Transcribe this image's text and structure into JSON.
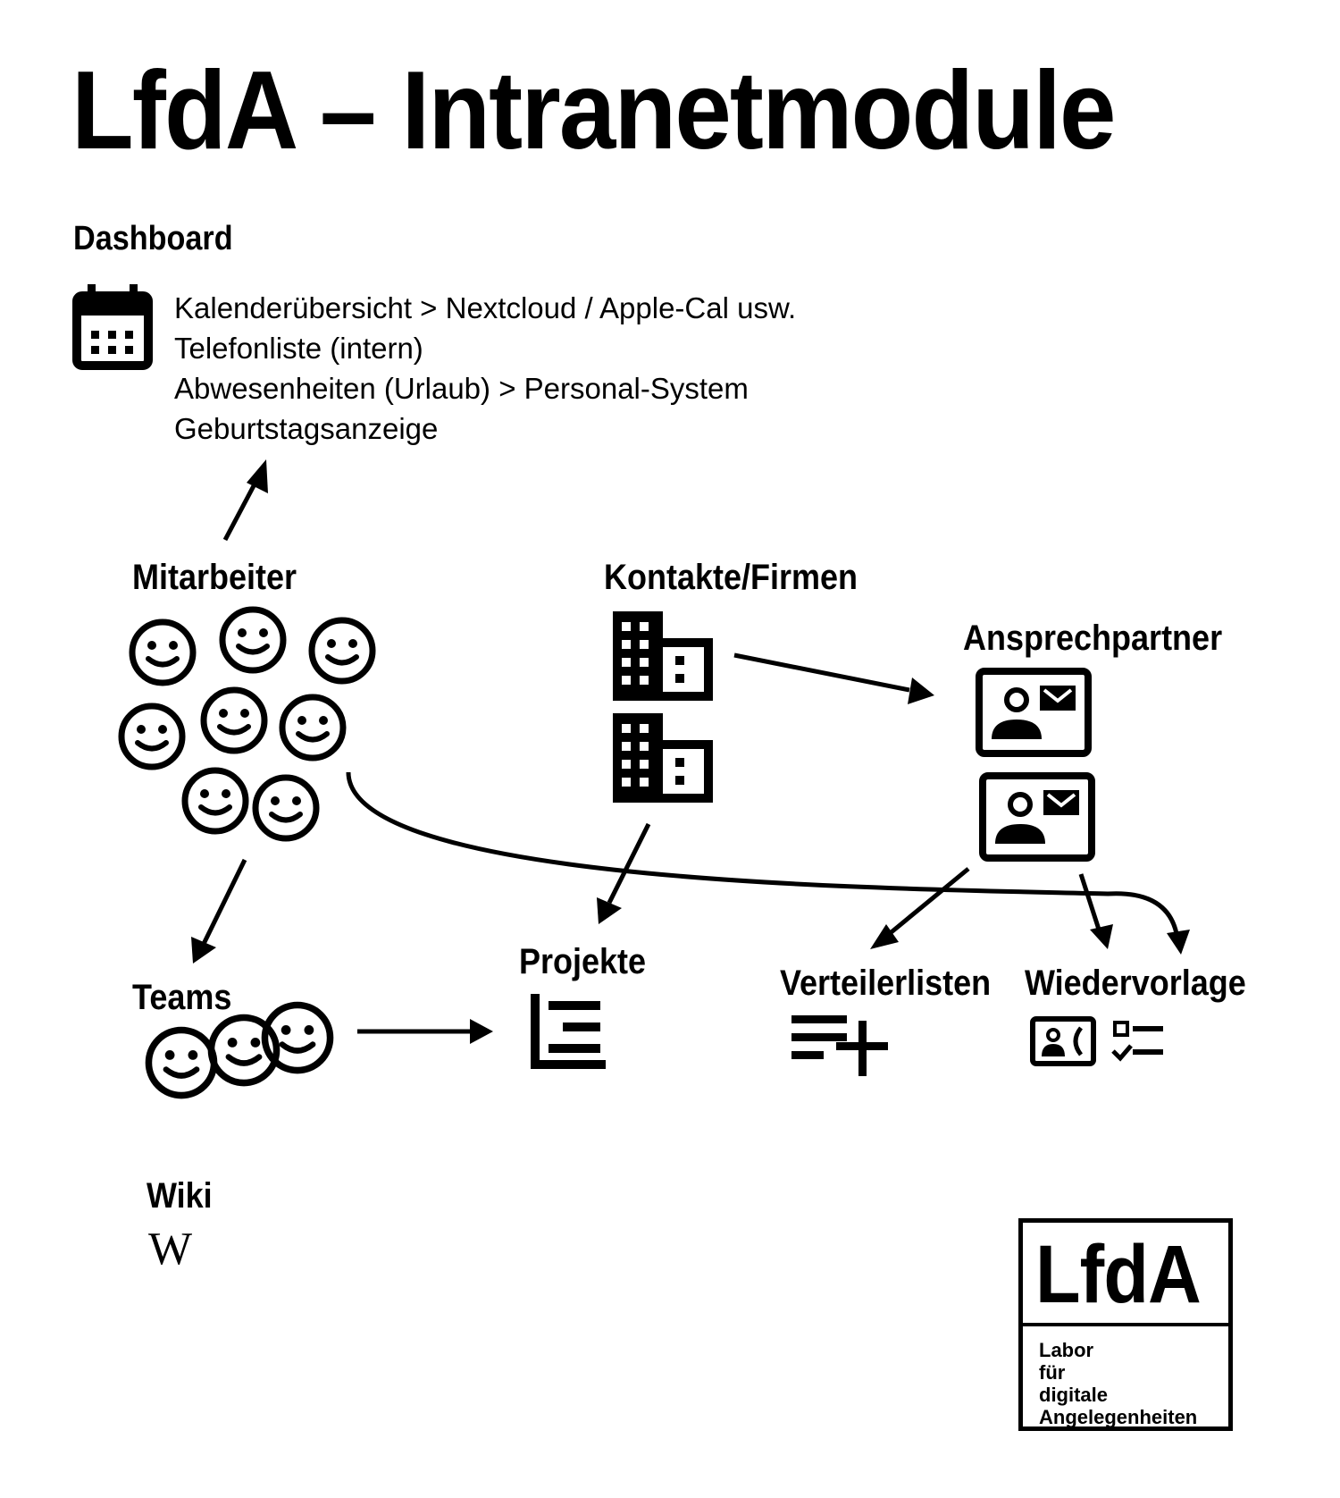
{
  "title": "LfdA – Intranetmodule",
  "dashboard": {
    "heading": "Dashboard",
    "items": [
      "Kalenderübersicht > Nextcloud / Apple-Cal usw.",
      "Telefonliste (intern)",
      "Abwesenheiten (Urlaub) > Personal-System",
      "Geburtstagsanzeige"
    ]
  },
  "nodes": {
    "mitarbeiter": "Mitarbeiter",
    "kontakte": "Kontakte/Firmen",
    "ansprechpartner": "Ansprechpartner",
    "teams": "Teams",
    "projekte": "Projekte",
    "verteilerlisten": "Verteilerlisten",
    "wiedervorlage": "Wiedervorlage",
    "wiki": "Wiki",
    "wiki_glyph": "W"
  },
  "logo": {
    "short": "LfdA",
    "lines": [
      "Labor",
      "für",
      "digitale",
      "Angelegenheiten"
    ]
  },
  "icons": {
    "calendar": "calendar-icon",
    "smiley": "smiley-icon",
    "building": "building-icon",
    "contact_card": "contact-card-icon",
    "gantt": "gantt-icon",
    "playlist_add": "playlist-add-icon",
    "contact_phone": "contact-phone-icon",
    "checklist": "checklist-icon"
  },
  "colors": {
    "ink": "#000000",
    "background": "#ffffff"
  }
}
